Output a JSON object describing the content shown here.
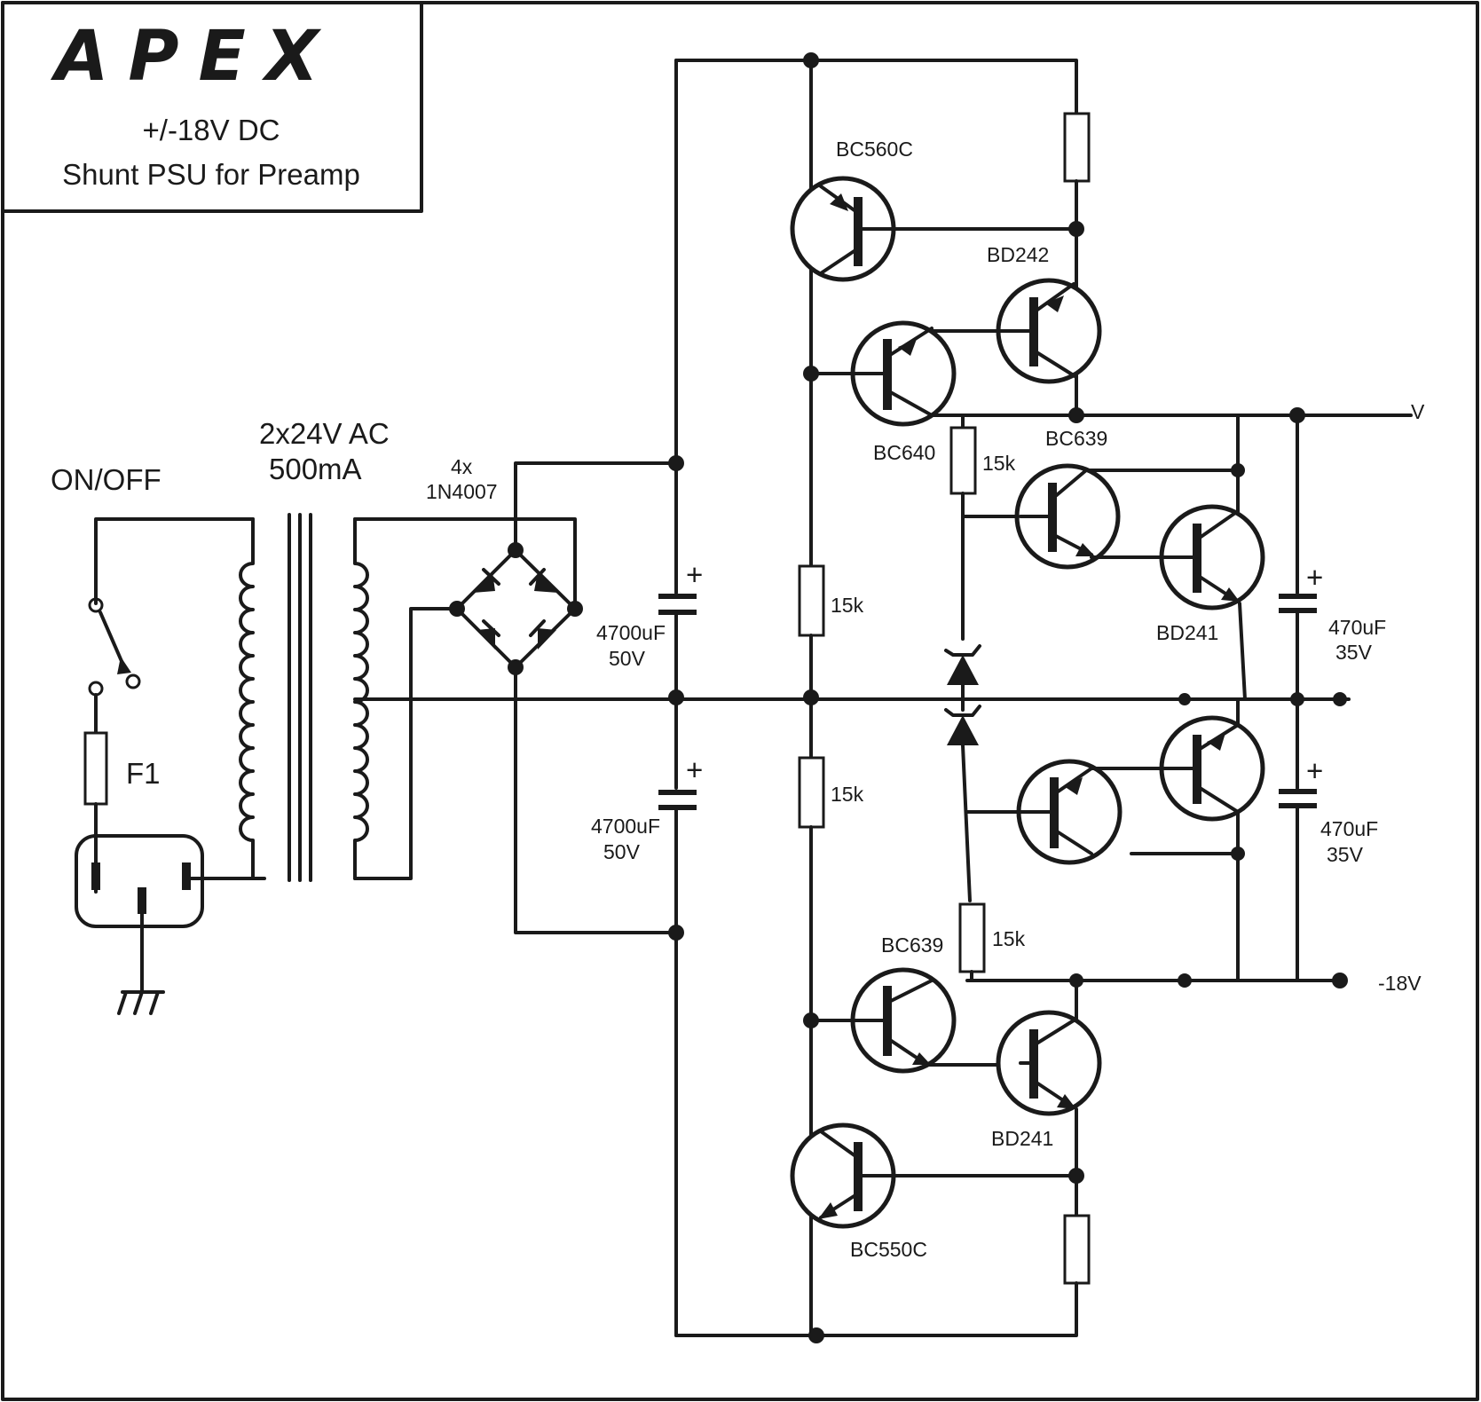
{
  "title_block": {
    "logo": "APEX",
    "line1": "+/-18V DC",
    "line2": "Shunt PSU for Preamp"
  },
  "labels": {
    "on_off": "ON/OFF",
    "transformer_voltage": "2x24V AC",
    "transformer_current": "500mA",
    "bridge_count": "4x",
    "bridge_part": "1N4007",
    "fuse": "F1",
    "cap_main_top_value": "4700uF",
    "cap_main_top_voltage": "50V",
    "cap_main_bottom_value": "4700uF",
    "cap_main_bottom_voltage": "50V",
    "cap_out_top_value": "470uF",
    "cap_out_top_voltage": "35V",
    "cap_out_bottom_value": "470uF",
    "cap_out_bottom_voltage": "35V",
    "plus": "+",
    "r_15k_1": "15k",
    "r_15k_2": "15k",
    "r_15k_3": "15k",
    "r_15k_4": "15k",
    "q_bc560c": "BC560C",
    "q_bd242": "BD242",
    "q_bc640": "BC640",
    "q_bc639_top": "BC639",
    "q_bd241_top": "BD241",
    "q_bc639_bottom": "BC639",
    "q_bd241_bottom": "BD241",
    "q_bc550c": "BC550C",
    "out_positive": "V",
    "out_negative": "-18V"
  }
}
